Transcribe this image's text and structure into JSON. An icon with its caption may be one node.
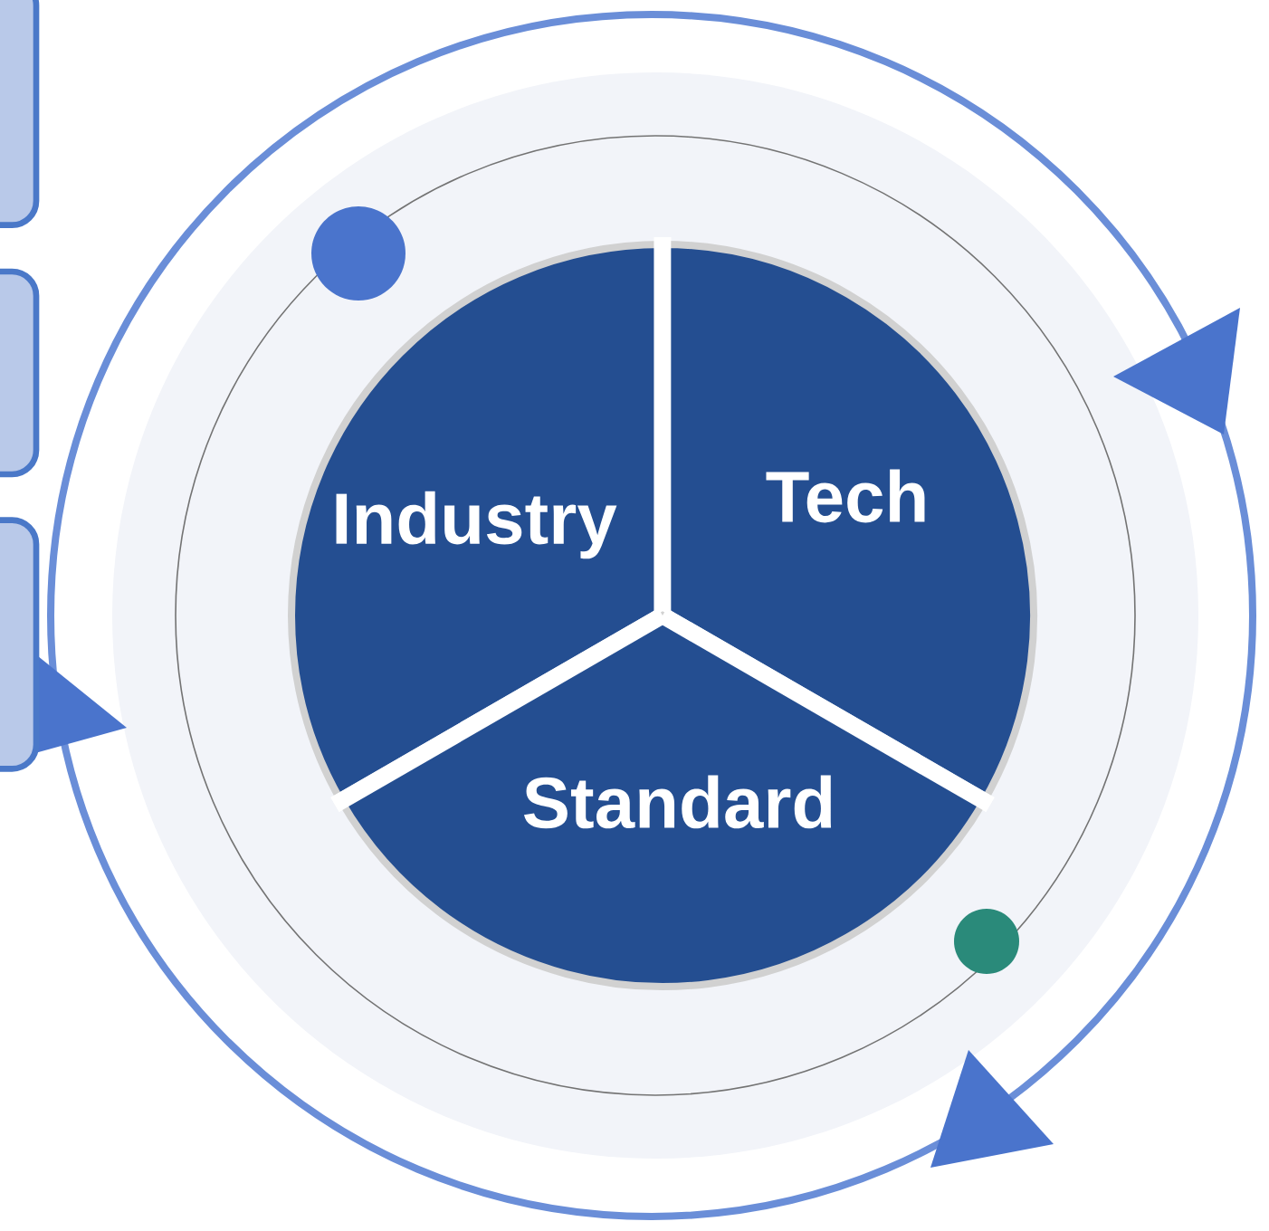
{
  "diagram": {
    "nodes": [
      {
        "text": [],
        "shape": "box"
      },
      {
        "text": [],
        "shape": "box"
      },
      {
        "text": [],
        "shape": "box"
      },
      {
        "text": [
          "Industry"
        ]
      },
      {
        "text": [
          "Tech"
        ]
      },
      {
        "text": [
          "Standard"
        ]
      }
    ]
  }
}
